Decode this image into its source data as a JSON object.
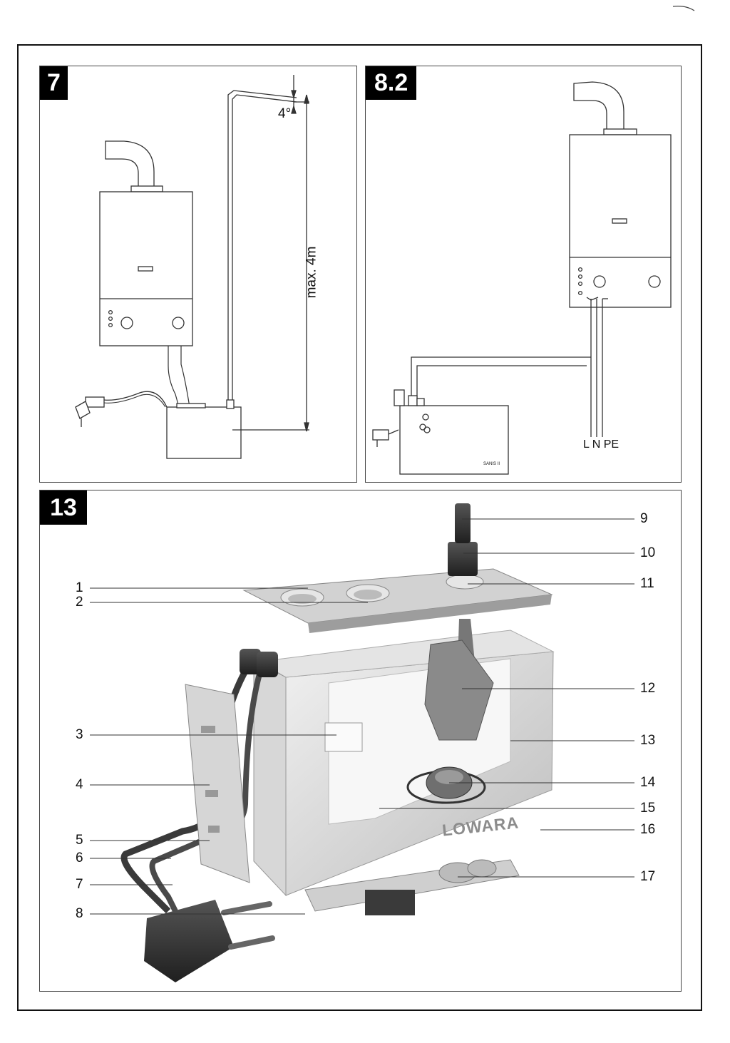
{
  "panel7": {
    "number": "7",
    "angle_label": "4°",
    "height_label": "max. 4m"
  },
  "panel82": {
    "number": "8.2",
    "wiring_label": "L N PE",
    "unit_label": "SANIS II"
  },
  "panel13": {
    "number": "13",
    "brand": "LOWARA",
    "callouts_left": [
      "1",
      "2",
      "3",
      "4",
      "5",
      "6",
      "7",
      "8"
    ],
    "callouts_right": [
      "9",
      "10",
      "11",
      "12",
      "13",
      "14",
      "15",
      "16",
      "17"
    ]
  },
  "colors": {
    "line": "#333333",
    "body": "#d9d9d9",
    "dark": "#2e2e2e"
  }
}
